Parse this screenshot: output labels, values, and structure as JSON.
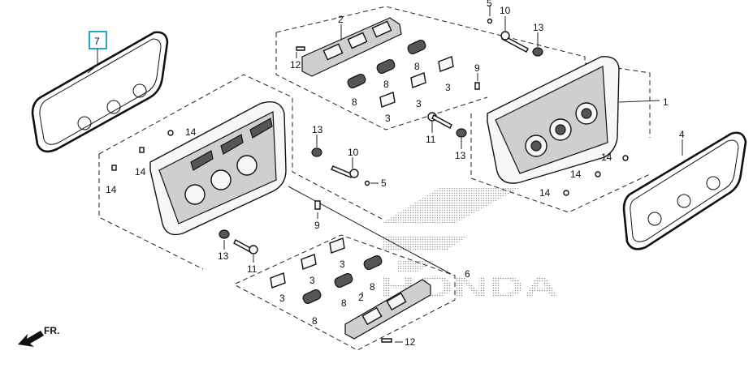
{
  "diagram": {
    "brand_watermark": "HONDA",
    "direction_label": "FR.",
    "highlighted_callout": "7",
    "colors": {
      "line": "#111111",
      "highlight": "#2aa7c9",
      "watermark": "#9a9a9a"
    },
    "callouts": {
      "c1": "1",
      "c2_top": "2",
      "c2_bottom": "2",
      "c3_a": "3",
      "c3_b": "3",
      "c3_c": "3",
      "c3_d": "3",
      "c3_e": "3",
      "c3_f": "3",
      "c4": "4",
      "c5_top": "5",
      "c5_mid": "5",
      "c6": "6",
      "c7": "7",
      "c8_a": "8",
      "c8_b": "8",
      "c8_c": "8",
      "c8_d": "8",
      "c8_e": "8",
      "c8_f": "8",
      "c9_top": "9",
      "c9_mid": "9",
      "c10_top": "10",
      "c10_mid": "10",
      "c11_left": "11",
      "c11_right": "11",
      "c12_top": "12",
      "c12_bottom": "12",
      "c13_top": "13",
      "c13_mid": "13",
      "c13_right": "13",
      "c13_left": "13",
      "c14_a": "14",
      "c14_b": "14",
      "c14_c": "14",
      "c14_d": "14",
      "c14_e": "14",
      "c14_f": "14"
    }
  }
}
